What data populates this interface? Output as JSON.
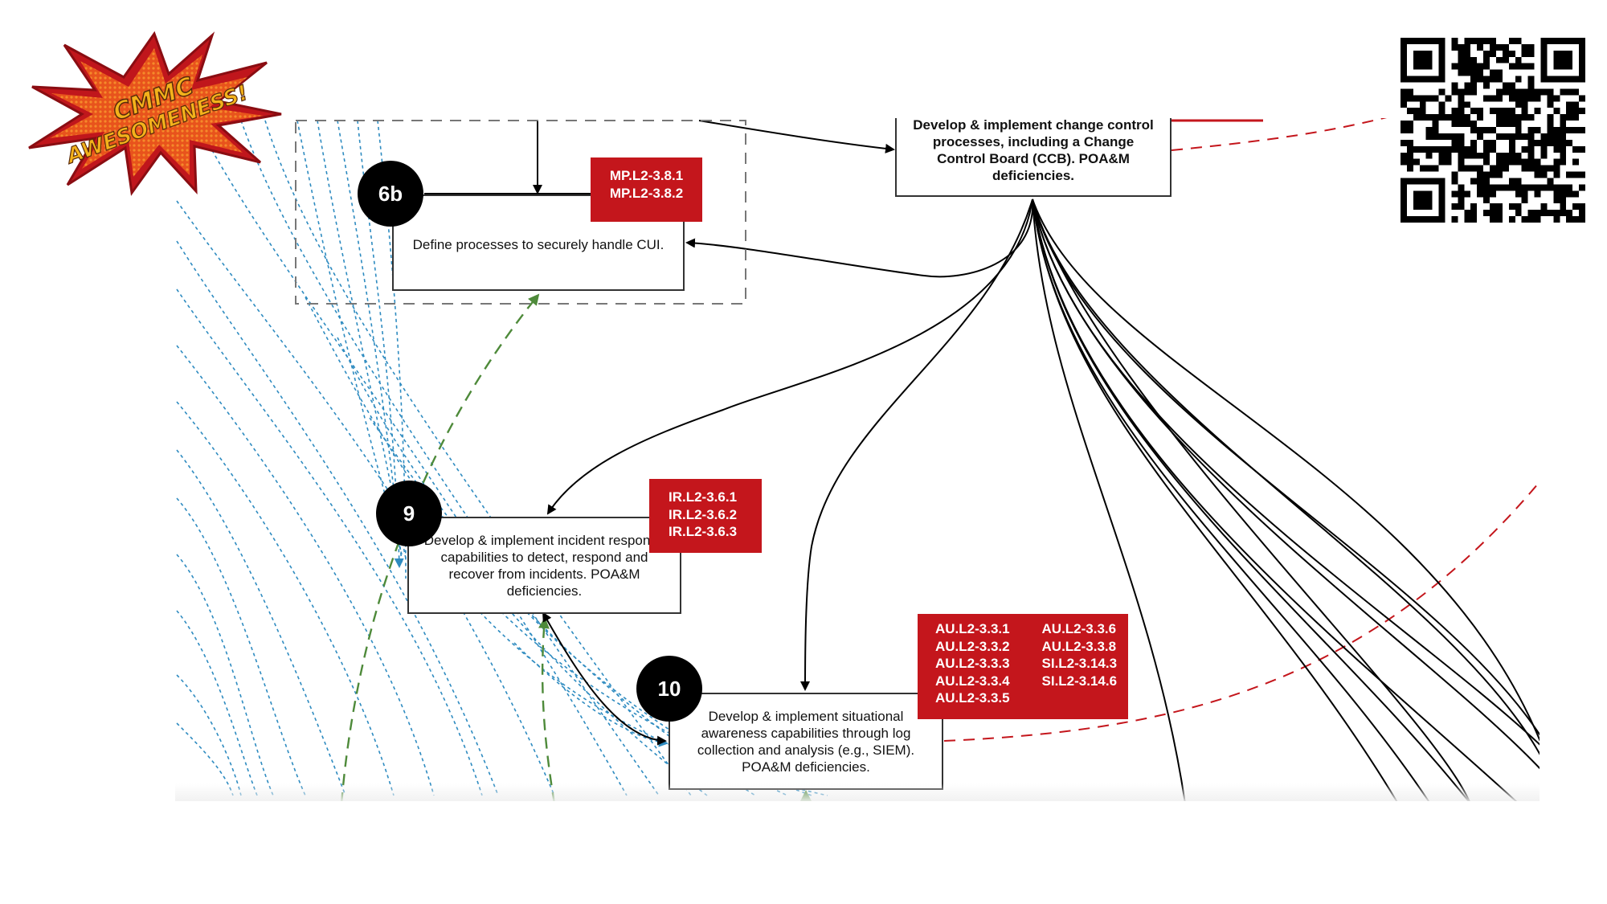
{
  "logo": {
    "line1": "CMMC",
    "line2": "AWESOMENESS!"
  },
  "nodes": {
    "ccb": {
      "text": "Develop & implement change control processes, including a Change Control Board (CCB). POA&M deficiencies."
    },
    "n6b": {
      "badge": "6b",
      "text": "Define processes to securely handle CUI.",
      "controls": [
        "MP.L2-3.8.1",
        "MP.L2-3.8.2"
      ]
    },
    "n9": {
      "badge": "9",
      "text": "Develop & implement incident response capabilities to detect, respond and recover from incidents. POA&M deficiencies.",
      "controls": [
        "IR.L2-3.6.1",
        "IR.L2-3.6.2",
        "IR.L2-3.6.3"
      ]
    },
    "n10": {
      "badge": "10",
      "text": "Develop & implement situational awareness capabilities through log collection and analysis (e.g., SIEM). POA&M deficiencies.",
      "controls": [
        "AU.L2-3.3.1",
        "AU.L2-3.3.6",
        "AU.L2-3.3.2",
        "AU.L2-3.3.8",
        "AU.L2-3.3.3",
        "SI.L2-3.14.3",
        "AU.L2-3.3.4",
        "SI.L2-3.14.6",
        "AU.L2-3.3.5"
      ]
    }
  },
  "colors": {
    "control_box": "#c4161c",
    "badge": "#000000",
    "connector": "#000000",
    "blue_dashed": "#2e8bc0",
    "green_dashed": "#4e8a3a",
    "red_dashed": "#c4161c",
    "logo_burst": "#e8531c",
    "logo_text": "#f3b21b"
  },
  "icons": {
    "logo": "comic-burst-logo",
    "qr": "qr-code-icon"
  }
}
